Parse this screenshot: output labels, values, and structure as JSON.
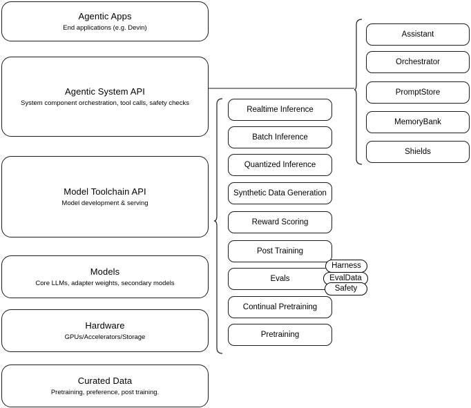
{
  "diagram": {
    "title": "AI stack layers diagram",
    "stroke_color": "#1a1a1a",
    "background_color": "#ffffff",
    "left_stack": [
      {
        "id": "agentic-apps",
        "title": "Agentic Apps",
        "subtitle": "End applications (e.g. Devin)"
      },
      {
        "id": "agentic-system-api",
        "title": "Agentic System API",
        "subtitle": "System component orchestration, tool calls, safety checks"
      },
      {
        "id": "model-toolchain-api",
        "title": "Model Toolchain API",
        "subtitle": "Model development & serving"
      },
      {
        "id": "models",
        "title": "Models",
        "subtitle": "Core LLMs, adapter weights, secondary models"
      },
      {
        "id": "hardware",
        "title": "Hardware",
        "subtitle": "GPUs/Accelerators/Storage"
      },
      {
        "id": "curated-data",
        "title": "Curated Data",
        "subtitle": "Pretraining, preference, post training."
      }
    ],
    "toolchain_items": [
      {
        "id": "realtime-inference",
        "label": "Realtime Inference"
      },
      {
        "id": "batch-inference",
        "label": "Batch Inference"
      },
      {
        "id": "quantized-inference",
        "label": "Quantized Inference"
      },
      {
        "id": "synthetic-data-generation",
        "label": "Synthetic Data Generation"
      },
      {
        "id": "reward-scoring",
        "label": "Reward Scoring"
      },
      {
        "id": "post-training",
        "label": "Post Training"
      },
      {
        "id": "evals",
        "label": "Evals"
      },
      {
        "id": "continual-pretraining",
        "label": "Continual Pretraining"
      },
      {
        "id": "pretraining",
        "label": "Pretraining"
      }
    ],
    "eval_tags": [
      {
        "id": "harness",
        "label": "Harness"
      },
      {
        "id": "evaldata",
        "label": "EvalData"
      },
      {
        "id": "safety",
        "label": "Safety"
      }
    ],
    "system_items": [
      {
        "id": "assistant",
        "label": "Assistant"
      },
      {
        "id": "orchestrator",
        "label": "Orchestrator"
      },
      {
        "id": "promptstore",
        "label": "PromptStore"
      },
      {
        "id": "memorybank",
        "label": "MemoryBank"
      },
      {
        "id": "shields",
        "label": "Shields"
      }
    ]
  }
}
